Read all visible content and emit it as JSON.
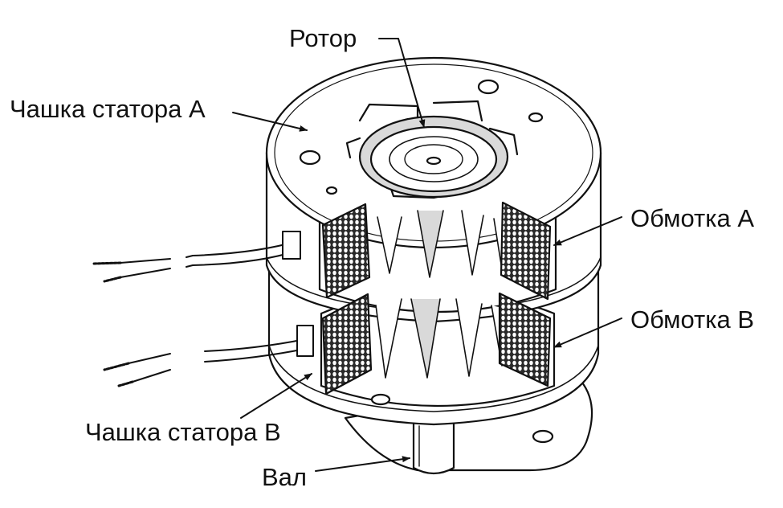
{
  "labels": {
    "rotor": "Ротор",
    "stator_cup_a": "Чашка статора А",
    "winding_a": "Обмотка А",
    "winding_b": "Обмотка В",
    "stator_cup_b": "Чашка статора В",
    "shaft": "Вал"
  },
  "colors": {
    "line": "#111111",
    "shade": "#d9d9d9",
    "winding_fill": "#2a2a2a",
    "background": "#ffffff"
  }
}
